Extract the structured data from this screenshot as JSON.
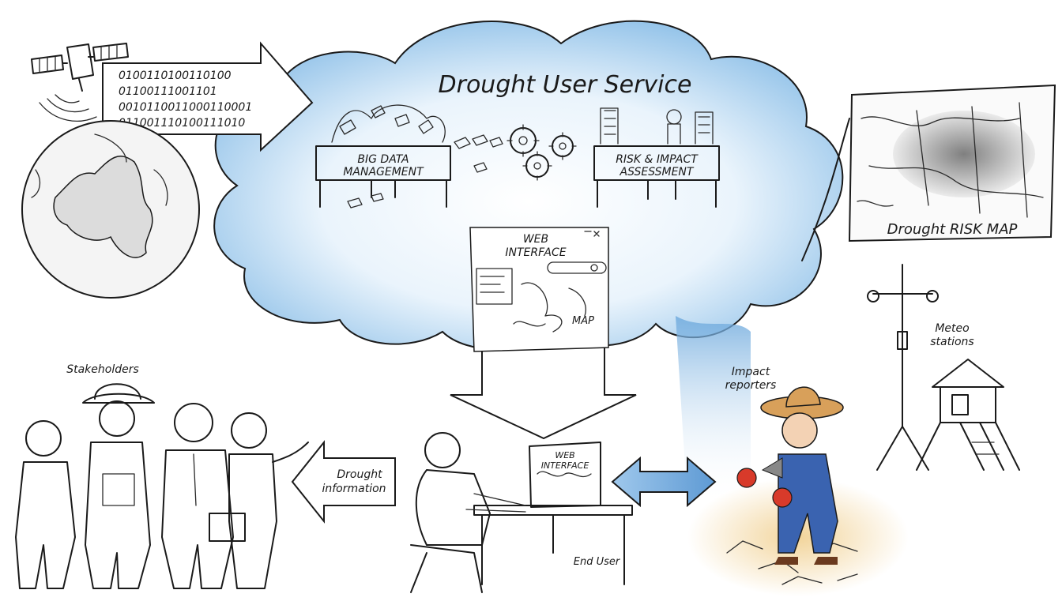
{
  "title": "Drought User Service",
  "labels": {
    "big_data_line1": "BIG DATA",
    "big_data_line2": "MANAGEMENT",
    "risk_line1": "RISK & IMPACT",
    "risk_line2": "ASSESSMENT",
    "web_line1": "WEB",
    "web_line2": "INTERFACE",
    "map": "MAP",
    "risk_map": "Drought RISK MAP",
    "meteo_line1": "Meteo",
    "meteo_line2": "stations",
    "impact_line1": "Impact",
    "impact_line2": "reporters",
    "stakeholders": "Stakeholders",
    "drought_info_line1": "Drought",
    "drought_info_line2": "information",
    "end_user": "End User",
    "monitor_line1": "WEB",
    "monitor_line2": "INTERFACE"
  },
  "binary_rows": [
    "0100110100110100",
    "01100111001101",
    "0010110011000110001",
    "011001110100111010"
  ],
  "colors": {
    "cloud_blue": "#8ec0e8",
    "arrow_blue": "#7fb4e0",
    "hat": "#d8a05a",
    "overalls": "#3a63b0",
    "gloves": "#d83a2a",
    "soil": "#f2d49a"
  }
}
